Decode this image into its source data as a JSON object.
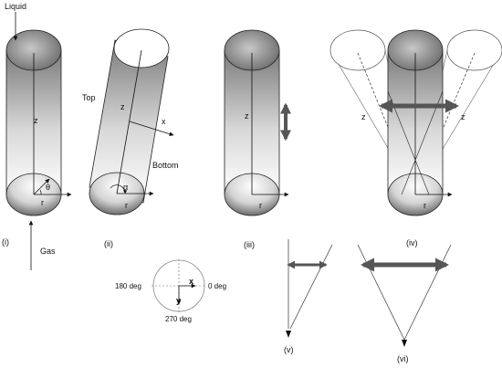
{
  "labels": {
    "liquid": "Liquid",
    "gas": "Gas",
    "top": "Top",
    "bottom": "Bottom",
    "z": "z",
    "r": "r",
    "x": "x",
    "y": "y",
    "theta": "θ",
    "alpha": "α",
    "deg180": "180 deg",
    "deg0": "0 deg",
    "deg270": "270 deg",
    "cap_i": "(i)",
    "cap_ii": "(ii)",
    "cap_iii": "(iii)",
    "cap_iv": "(iv)",
    "cap_v": "(v)",
    "cap_vi": "(vi)"
  }
}
